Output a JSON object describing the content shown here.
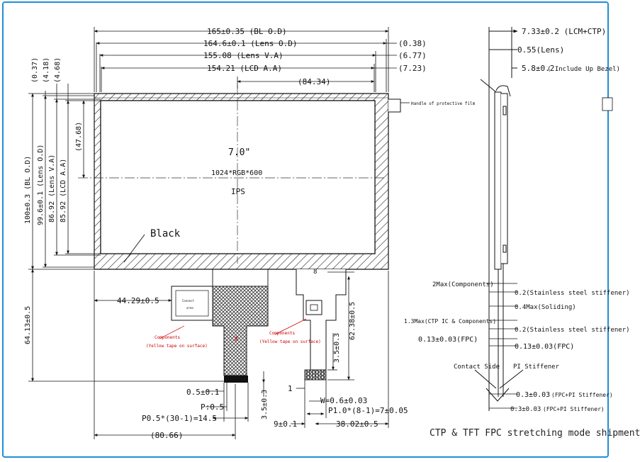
{
  "drawing": {
    "top_dims": {
      "bl_od": "165±0.35 (BL O.D)",
      "lens_od": "164.6±0.1 (Lens O.D)",
      "lens_va": "155.08 (Lens V.A)",
      "lcd_aa": "154.21 (LCD A.A)",
      "offset_a": "(0.38)",
      "offset_b": "(6.77)",
      "offset_c": "(7.23)",
      "center_x": "(84.34)"
    },
    "left_dims": {
      "off_a": "(0.37)",
      "off_b": "(4.18)",
      "off_c": "(4.68)",
      "center_y": "(47.68)",
      "bl_od": "100±0.3 (BL O.D)",
      "lens_od": "99.6±0.1 (Lens O.D)",
      "lens_va": "86.92 (Lens V.A)",
      "lcd_aa": "85.92 (LCD A.A)",
      "total_h": "64.13±0.5"
    },
    "panel": {
      "size": "7.0\"",
      "resolution": "1024*RGB*600",
      "type": "IPS",
      "black_label": "Black",
      "handle_label": "Handle of protective film"
    },
    "fpc": {
      "left_offset": "44.29±0.5",
      "components_label": "Components",
      "yellow_tape": "(Yellow tape on surface)",
      "components_label_2": "Components",
      "yellow_tape_2": "(Yellow tape on surface)",
      "height": "62.38±0.5",
      "stiff_h": "3.5±0.3",
      "pin_a": "0.5±0.1",
      "pin_b": "P:0.5",
      "pitch": "P0.5*(30-1)=14.5",
      "tail_h": "3.5±0.3",
      "fpc_left": "(80.66)",
      "one": "1",
      "width": "W=0.6±0.03",
      "pitch2": "P1.0*(8-1)=7±0.05",
      "nine": "9±0.1",
      "right_dist": "38.02±0.5",
      "small_label_1": "Connect",
      "small_label_2": "area",
      "eight": "8"
    },
    "side": {
      "total": "7.33±0.2 (LCM+CTP)",
      "lens": "0.55(Lens)",
      "bezel": "5.8±0.2",
      "bezel_note": "( Include Up Bezel)",
      "comp_max": "2Max(Components)",
      "stiff1": "0.2(Stainless steel stiffener)",
      "solid": "0.4Max(Soliding)",
      "ctp_ic": "1.3Max(CTP IC & Components)",
      "stiff2": "0.2(Stainless steel stiffener)",
      "fpc1": "0.13±0.03(FPC)",
      "fpc2": "0.13±0.03(FPC)",
      "contact": "Contact Side",
      "pi": "PI Stiffener",
      "fpc_pi1": "0.3±0.03",
      "fpc_pi1_note": "(FPC+PI Stiffener)",
      "fpc_pi2": "0.3±0.03",
      "fpc_pi2_note": "(FPC+PI Stiffener)"
    },
    "caption": "CTP & TFT FPC stretching mode shipment"
  }
}
